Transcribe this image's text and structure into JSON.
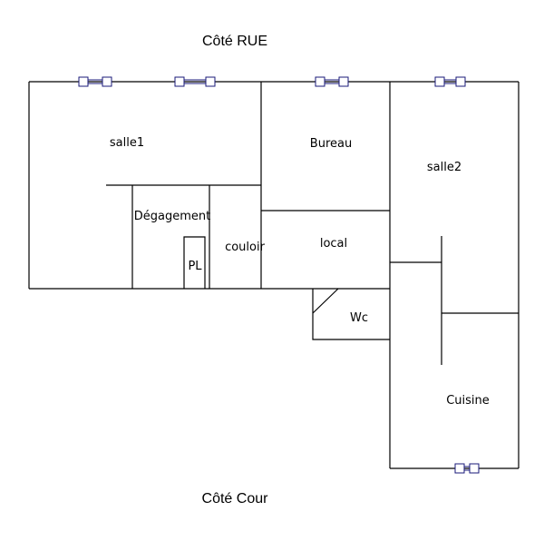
{
  "labels": {
    "top_side": "Côté RUE",
    "bottom_side": "Côté Cour"
  },
  "rooms": {
    "salle1": "salle1",
    "bureau": "Bureau",
    "salle2": "salle2",
    "degagement": "Dégagement",
    "pl": "PL",
    "couloir": "couloir",
    "local": "local",
    "wc": "Wc",
    "cuisine": "Cuisine"
  },
  "colors": {
    "walls": "#000000",
    "windows": "#1a1a7a"
  }
}
